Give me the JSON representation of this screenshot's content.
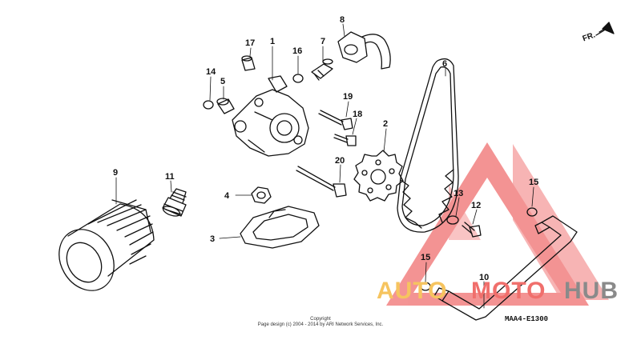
{
  "diagram": {
    "part_numbers": [
      "1",
      "2",
      "3",
      "4",
      "5",
      "6",
      "7",
      "8",
      "9",
      "10",
      "11",
      "12",
      "13",
      "14",
      "15",
      "15",
      "16",
      "17",
      "18",
      "19",
      "20"
    ],
    "direction_label": "FR.",
    "diagram_code": "MAA4-E1300",
    "copyright_title": "Copyright",
    "copyright_line": "Page design (c) 2004 - 2014 by ARI Network Services, Inc."
  },
  "watermark": {
    "part1": "AUTO",
    "part2": "MOTO",
    "part3": "HUB",
    "colors": {
      "auto": "#f6c45f",
      "moto": "#f06f6c",
      "hub": "#8a8a8a",
      "logo": "#f07070"
    }
  }
}
